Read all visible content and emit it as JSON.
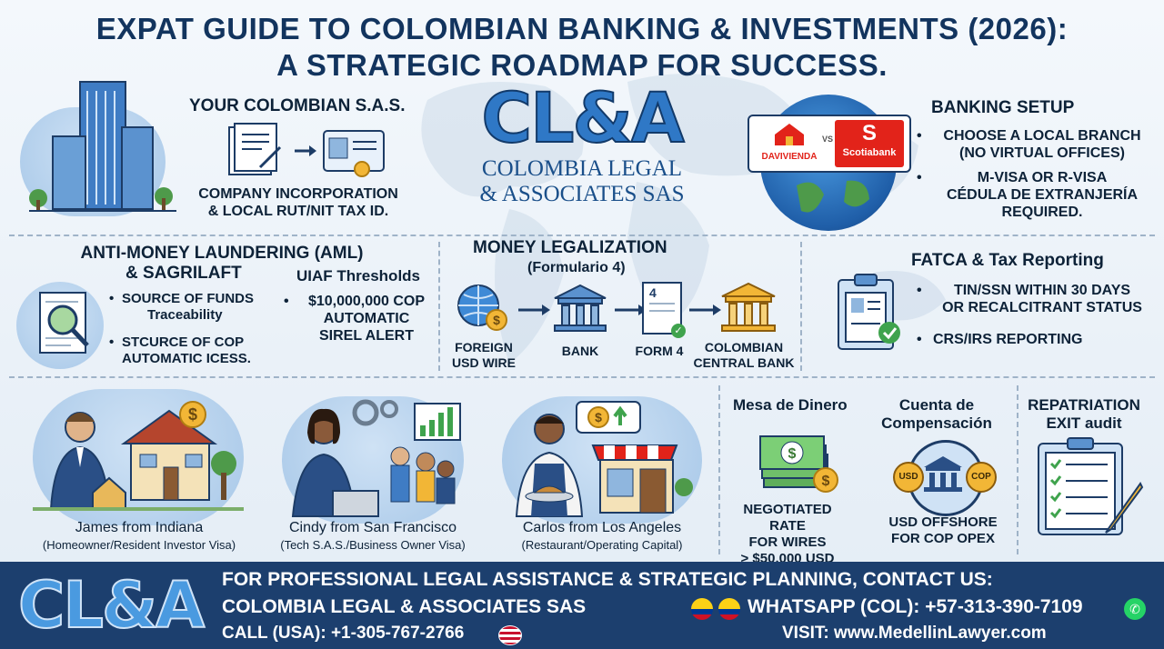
{
  "title": {
    "line1": "EXPAT GUIDE TO COLOMBIAN BANKING & INVESTMENTS (2026):",
    "line2": "A STRATEGIC ROADMAP FOR SUCCESS."
  },
  "logo": {
    "mark": "CL&A",
    "name_line1": "COLOMBIA LEGAL",
    "name_line2": "& ASSOCIATES SAS"
  },
  "sas": {
    "heading": "YOUR COLOMBIAN S.A.S.",
    "line1": "COMPANY INCORPORATION",
    "line2": "& LOCAL RUT/NIT TAX ID."
  },
  "banking": {
    "heading": "BANKING SETUP",
    "bank1": "DAVIVIENDA",
    "vs": "VS",
    "bank2": "Scotiabank",
    "bullet1_l1": "CHOOSE A LOCAL BRANCH",
    "bullet1_l2": "(NO VIRTUAL OFFICES)",
    "bullet2_l1": "M-VISA OR R-VISA",
    "bullet2_l2": "CÉDULA DE EXTRANJERÍA",
    "bullet2_l3": "REQUIRED."
  },
  "aml": {
    "heading_l1": "ANTI-MONEY LAUNDERING (AML)",
    "heading_l2": "& SAGRILAFT",
    "uiaf_heading": "UIAF Thresholds",
    "bullet1_l1": "SOURCE OF FUNDS",
    "bullet1_l2": "Traceability",
    "bullet2_l1": "STCURCE OF COP",
    "bullet2_l2": "AUTOMATIC ICESS.",
    "uiaf_l1": "$10,000,000 COP",
    "uiaf_l2": "AUTOMATIC",
    "uiaf_l3": "SIREL ALERT"
  },
  "legalization": {
    "heading": "MONEY LEGALIZATION",
    "subheading": "(Formulario 4)",
    "step1_l1": "FOREIGN",
    "step1_l2": "USD WIRE",
    "step2": "BANK",
    "step3": "FORM 4",
    "step3_icon_number": "4",
    "step4_l1": "COLOMBIAN",
    "step4_l2": "CENTRAL BANK"
  },
  "fatca": {
    "heading": "FATCA & Tax Reporting",
    "bullet1_l1": "TIN/SSN WITHIN 30 DAYS",
    "bullet1_l2": "OR RECALCITRANT STATUS",
    "bullet2": "CRS/IRS REPORTING"
  },
  "personas": [
    {
      "name": "James from Indiana",
      "desc": "(Homeowner/Resident Investor Visa)"
    },
    {
      "name": "Cindy from San Francisco",
      "desc": "(Tech S.A.S./Business Owner Visa)"
    },
    {
      "name": "Carlos from Los Angeles",
      "desc": "(Restaurant/Operating Capital)"
    }
  ],
  "mesa": {
    "heading": "Mesa de Dinero",
    "line1": "NEGOTIATED RATE",
    "line2": "FOR WIRES",
    "line3": "> $50,000 USD"
  },
  "compensacion": {
    "heading_l1": "Cuenta de",
    "heading_l2": "Compensación",
    "usd": "USD",
    "cop": "COP",
    "line1": "USD OFFSHORE",
    "line2": "FOR COP OPEX"
  },
  "repatriation": {
    "heading_l1": "REPATRIATION",
    "heading_l2": "EXIT audit"
  },
  "footer": {
    "logo_mark": "CL&A",
    "line1": "FOR PROFESSIONAL LEGAL ASSISTANCE & STRATEGIC PLANNING, CONTACT US:",
    "line2": "COLOMBIA LEGAL & ASSOCIATES SAS",
    "whatsapp": "WHATSAPP (COL): +57-313-390-7109",
    "call": "CALL (USA): +1-305-767-2766",
    "visit": "VISIT: www.MedellinLawyer.com"
  },
  "colors": {
    "navy": "#12345e",
    "footer_bg": "#1c3f6e",
    "gold": "#f2b636",
    "green": "#3fa34d",
    "scotiabank_red": "#e2231a"
  }
}
